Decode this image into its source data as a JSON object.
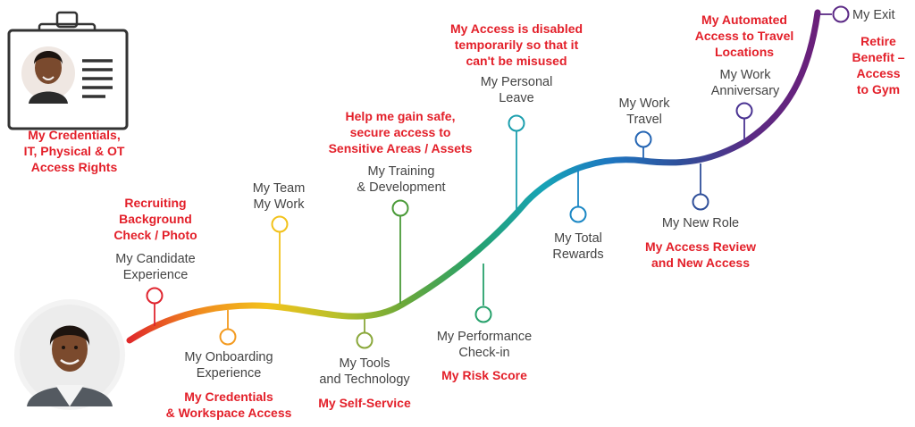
{
  "colors": {
    "gradient": [
      "#e02a2a",
      "#f08a1e",
      "#f2c21b",
      "#b9c02a",
      "#6aa83a",
      "#26a16b",
      "#17a3b6",
      "#1e76c0",
      "#2f4f9a",
      "#5a2b84",
      "#6b1f7a"
    ],
    "label": "#444444",
    "highlight": "#e3202a"
  },
  "icons": {
    "badge": "id-badge-icon",
    "avatar": "employee-avatar"
  },
  "labels": {
    "credentials_rights": "My Credentials,\nIT, Physical & OT\nAccess Rights",
    "recruiting": "Recruiting\nBackground\nCheck / Photo",
    "candidate": "My Candidate\nExperience",
    "onboarding": "My Onboarding\nExperience",
    "credentials_workspace": "My Credentials\n& Workspace Access",
    "team": "My Team\nMy Work",
    "tools": "My Tools\nand Technology",
    "self_service": "My Self-Service",
    "sensitive": "Help me gain safe,\nsecure access to\nSensitive Areas / Assets",
    "training": "My Training\n& Development",
    "performance": "My Performance\nCheck-in",
    "risk": "My Risk Score",
    "disabled": "My Access is disabled\ntemporarily so that it\ncan't be misused",
    "leave": "My Personal\nLeave",
    "rewards": "My Total\nRewards",
    "work_travel": "My Work\nTravel",
    "new_role": "My New Role",
    "access_review": "My Access Review\nand New Access",
    "automated_travel": "My Automated\nAccess to Travel\nLocations",
    "anniversary": "My Work\nAnniversary",
    "exit": "My Exit",
    "retire": "Retire\nBenefit –\nAccess\nto Gym"
  }
}
